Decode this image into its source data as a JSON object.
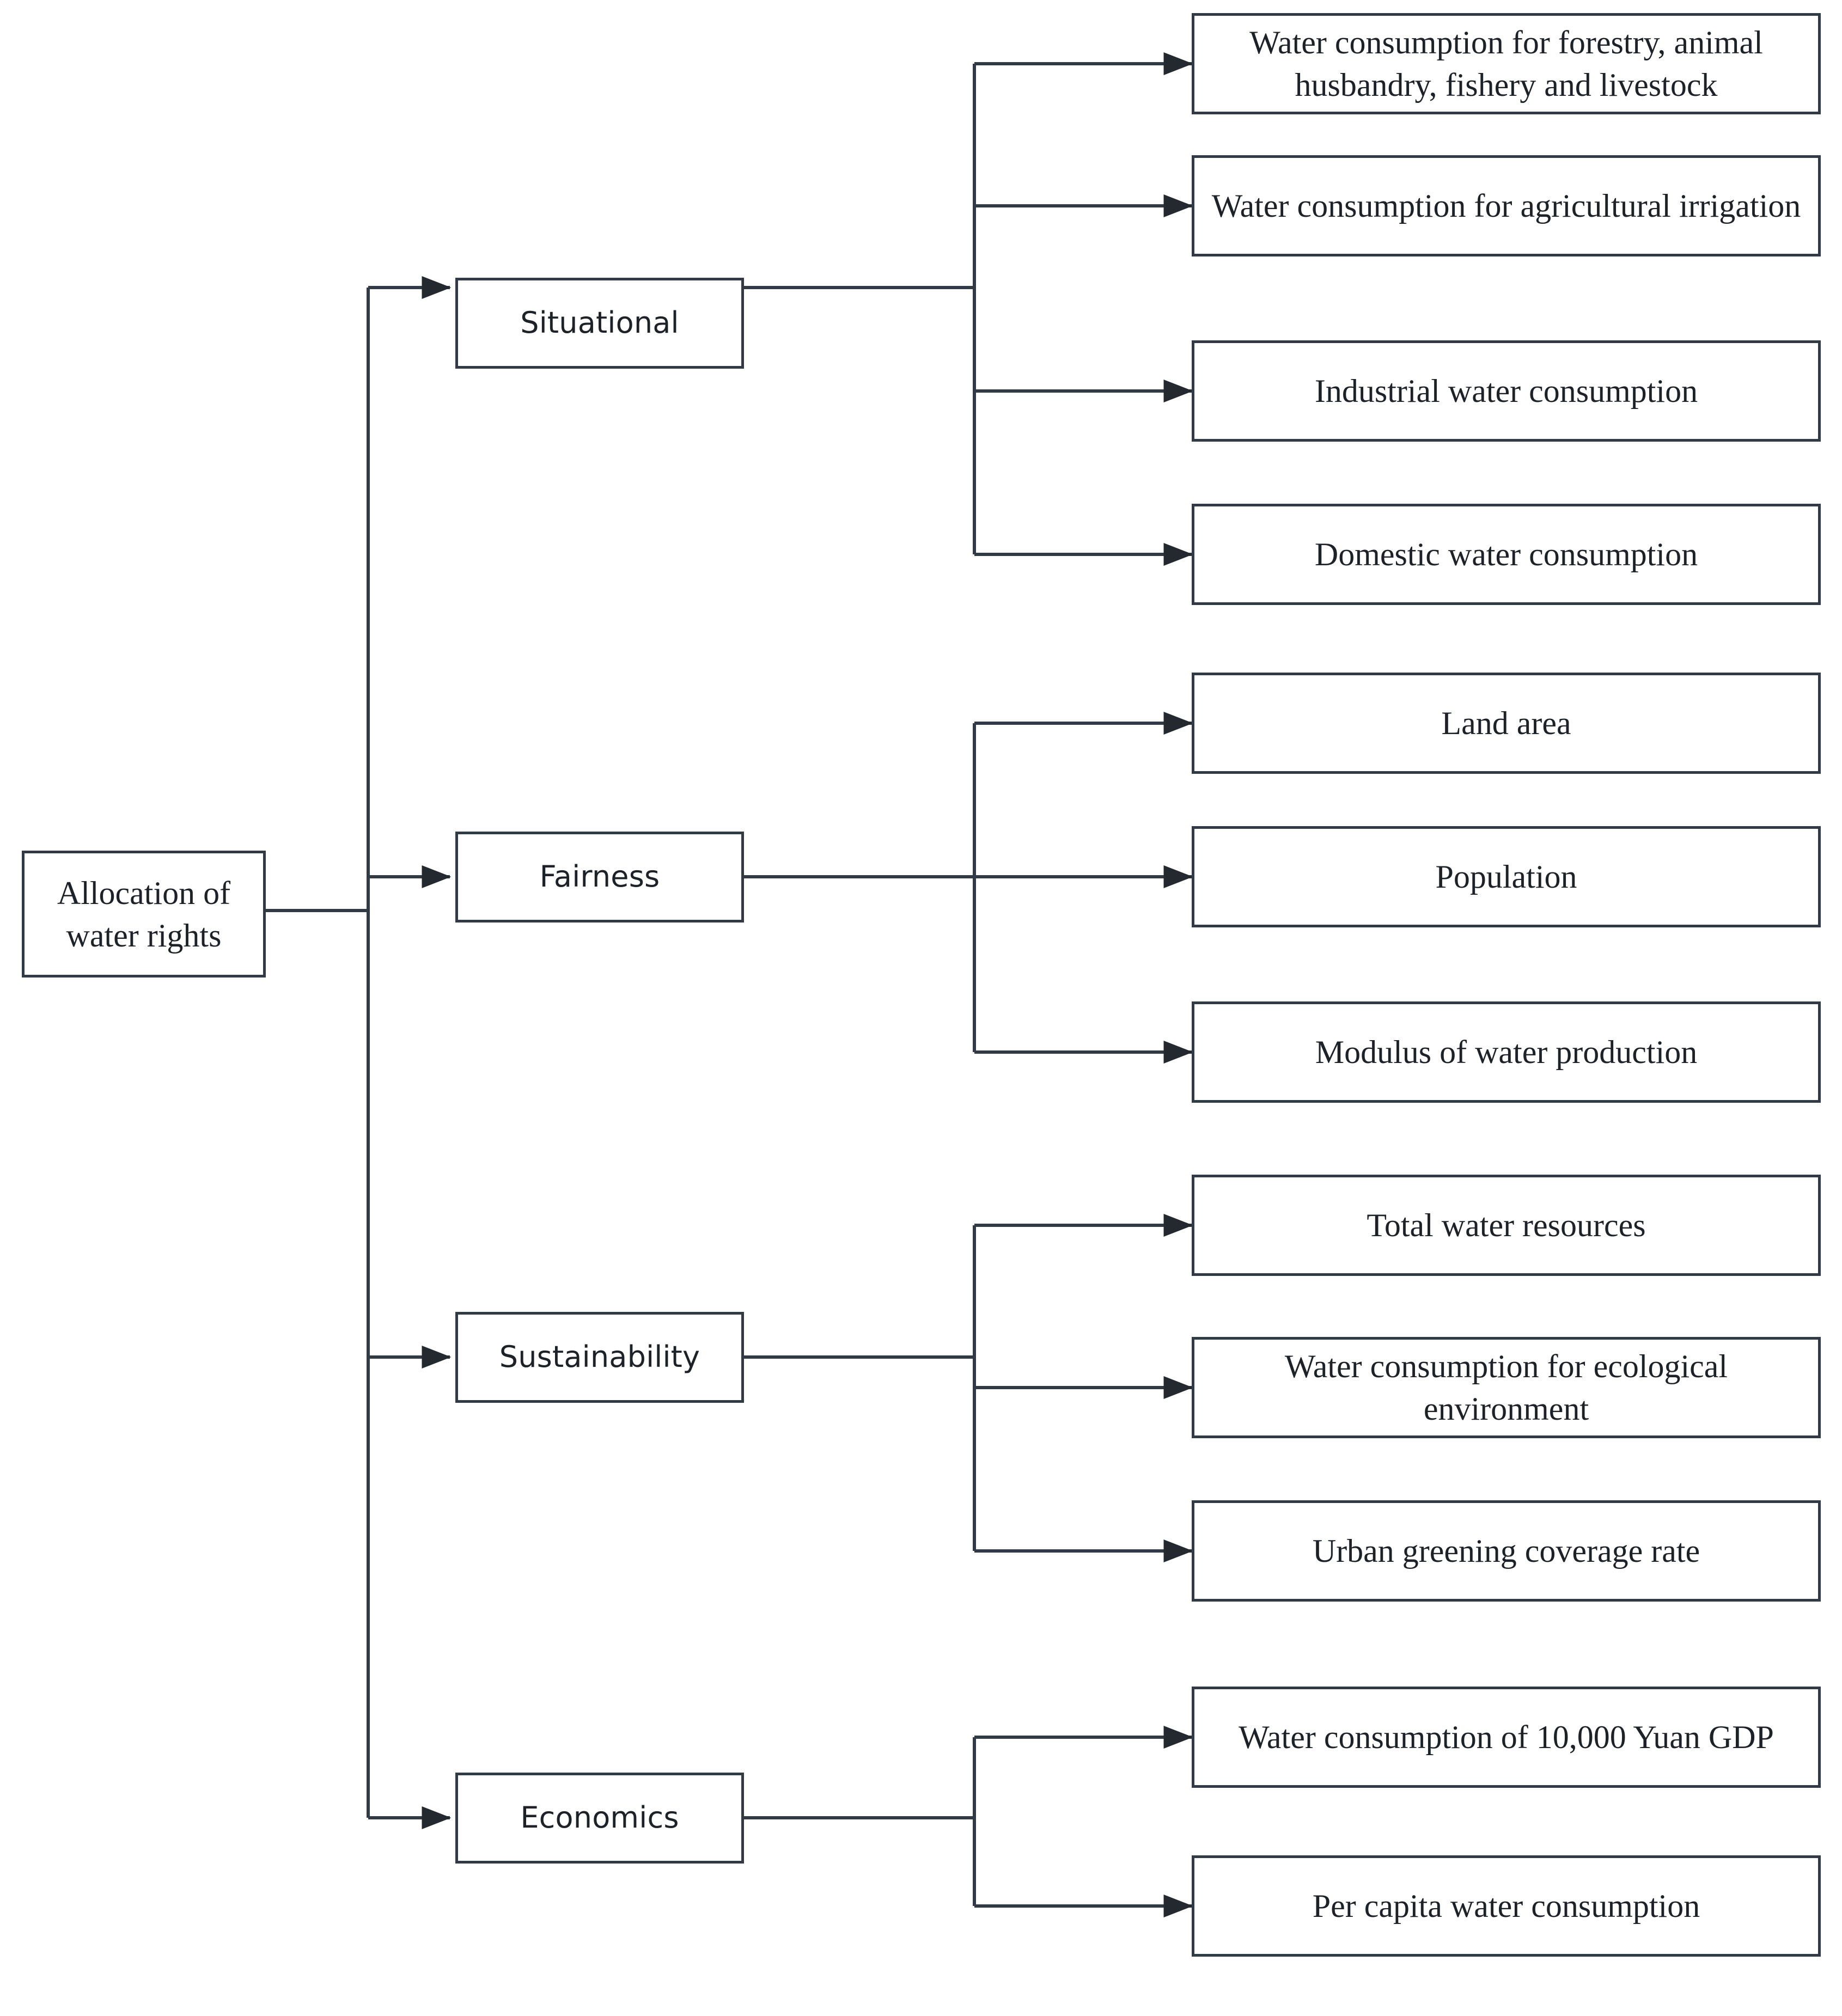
{
  "diagram": {
    "type": "hierarchy-tree",
    "orientation": "left-to-right",
    "levels": 3,
    "colors": {
      "stroke": "#323b45",
      "text": "#1d2228",
      "background": "#ffffff"
    },
    "root": {
      "label": "Allocation of water rights"
    },
    "branches": [
      {
        "label": "Situational",
        "children": [
          {
            "label": "Water consumption for forestry, animal husbandry, fishery and livestock"
          },
          {
            "label": "Water consumption for agricultural irrigation"
          },
          {
            "label": "Industrial water consumption"
          },
          {
            "label": "Domestic water consumption"
          }
        ]
      },
      {
        "label": "Fairness",
        "children": [
          {
            "label": "Land area"
          },
          {
            "label": "Population"
          },
          {
            "label": "Modulus of water production"
          }
        ]
      },
      {
        "label": "Sustainability",
        "children": [
          {
            "label": "Total water resources"
          },
          {
            "label": "Water consumption for ecological environment"
          },
          {
            "label": "Urban greening coverage rate"
          }
        ]
      },
      {
        "label": "Economics",
        "children": [
          {
            "label": "Water consumption of 10,000 Yuan GDP"
          },
          {
            "label": "Per capita water consumption"
          }
        ]
      }
    ]
  }
}
